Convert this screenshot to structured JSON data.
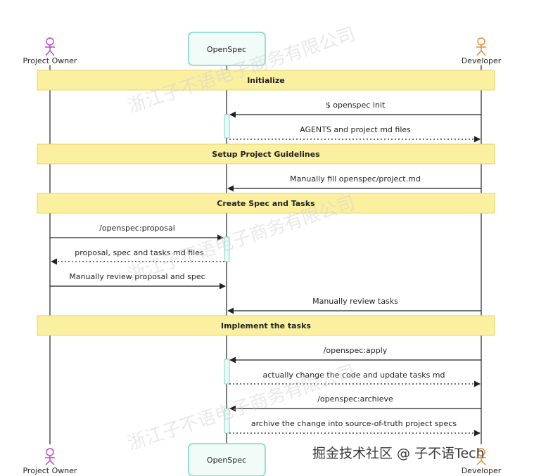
{
  "participants": {
    "owner": "Project Owner",
    "openspec": "OpenSpec",
    "developer": "Developer"
  },
  "sections": [
    "Initialize",
    "Setup Project Guidelines",
    "Create Spec and Tasks",
    "Implement the tasks"
  ],
  "messages": [
    {
      "text": "$ openspec init",
      "from": "developer",
      "to": "openspec",
      "style": "solid"
    },
    {
      "text": "AGENTS and project md files",
      "from": "openspec",
      "to": "developer",
      "style": "dotted"
    },
    {
      "text": "Manually fill openspec/project.md",
      "from": "developer",
      "to": "openspec",
      "style": "solid"
    },
    {
      "text": "/openspec:proposal",
      "from": "owner",
      "to": "openspec",
      "style": "solid"
    },
    {
      "text": "proposal, spec and tasks md files",
      "from": "openspec",
      "to": "owner",
      "style": "dotted"
    },
    {
      "text": "Manually review proposal and spec",
      "from": "owner",
      "to": "openspec",
      "style": "solid"
    },
    {
      "text": "Manually review tasks",
      "from": "developer",
      "to": "openspec",
      "style": "solid"
    },
    {
      "text": "/openspec:apply",
      "from": "developer",
      "to": "openspec",
      "style": "solid"
    },
    {
      "text": "actually change the code and update tasks md",
      "from": "openspec",
      "to": "developer",
      "style": "dotted"
    },
    {
      "text": "/openspec:archieve",
      "from": "developer",
      "to": "openspec",
      "style": "solid"
    },
    {
      "text": "archive the change into source-of-truth project specs",
      "from": "openspec",
      "to": "developer",
      "style": "dotted"
    }
  ],
  "watermarks": {
    "company": "浙江子不语电子商务有限公司",
    "site": "掘金技术社区 @ 子不语Tech"
  },
  "colors": {
    "note_fill": "#fbf0a0",
    "note_border": "#e6d46a",
    "participant_border": "#7fd8c4",
    "participant_fill": "#f1fbf8",
    "actor_stroke": "#c03cc6",
    "developer_stroke": "#e08a2c",
    "line": "#222222"
  }
}
